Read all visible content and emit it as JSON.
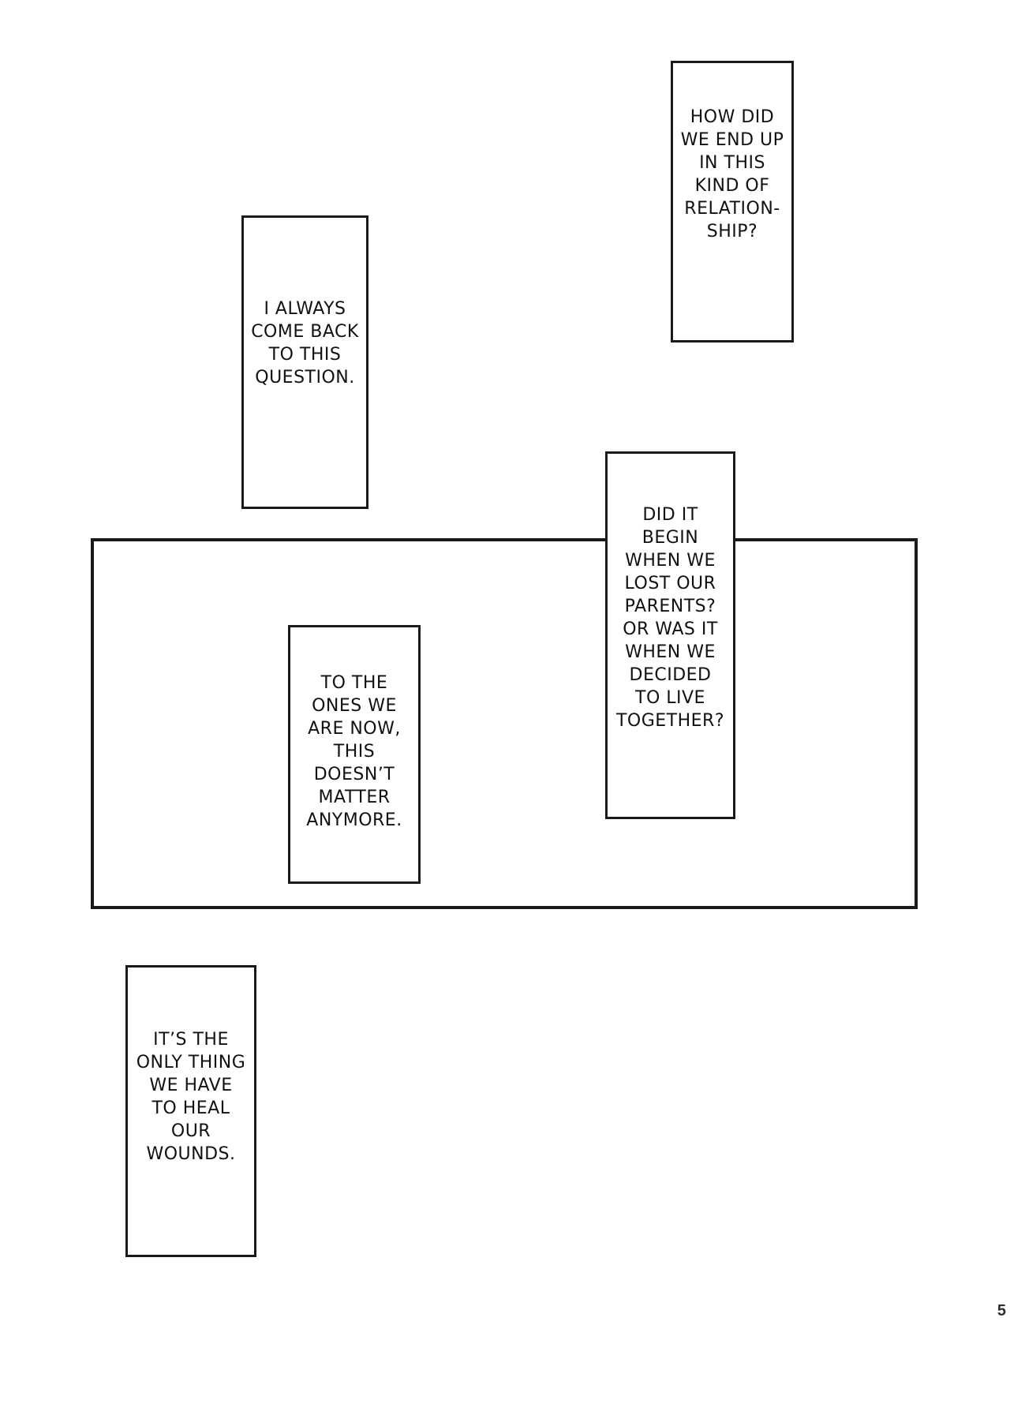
{
  "page": {
    "number": "5"
  },
  "colors": {
    "paper": "#ffffff",
    "ink": "#1a1a1a",
    "page_number": "#2e2e2e"
  },
  "balloons": [
    {
      "name": "how-did-we-end-up",
      "text": "HOW DID\nWE END UP\nIN THIS\nKIND OF\nRELATION-\nSHIP?"
    },
    {
      "name": "i-always-come-back",
      "text": "I ALWAYS\nCOME BACK\nTO THIS\nQUESTION."
    },
    {
      "name": "to-the-ones-we-are-now",
      "text": "TO THE\nONES WE\nARE NOW,\nTHIS\nDOESN’T\nMATTER\nANYMORE."
    },
    {
      "name": "did-it-begin",
      "text": "DID IT\nBEGIN\nWHEN WE\nLOST OUR\nPARENTS?\nOR WAS IT\nWHEN WE\nDECIDED\nTO LIVE\nTOGETHER?"
    },
    {
      "name": "only-thing-to-heal",
      "text": "IT’S THE\nONLY THING\nWE HAVE\nTO HEAL\nOUR\nWOUNDS."
    }
  ]
}
